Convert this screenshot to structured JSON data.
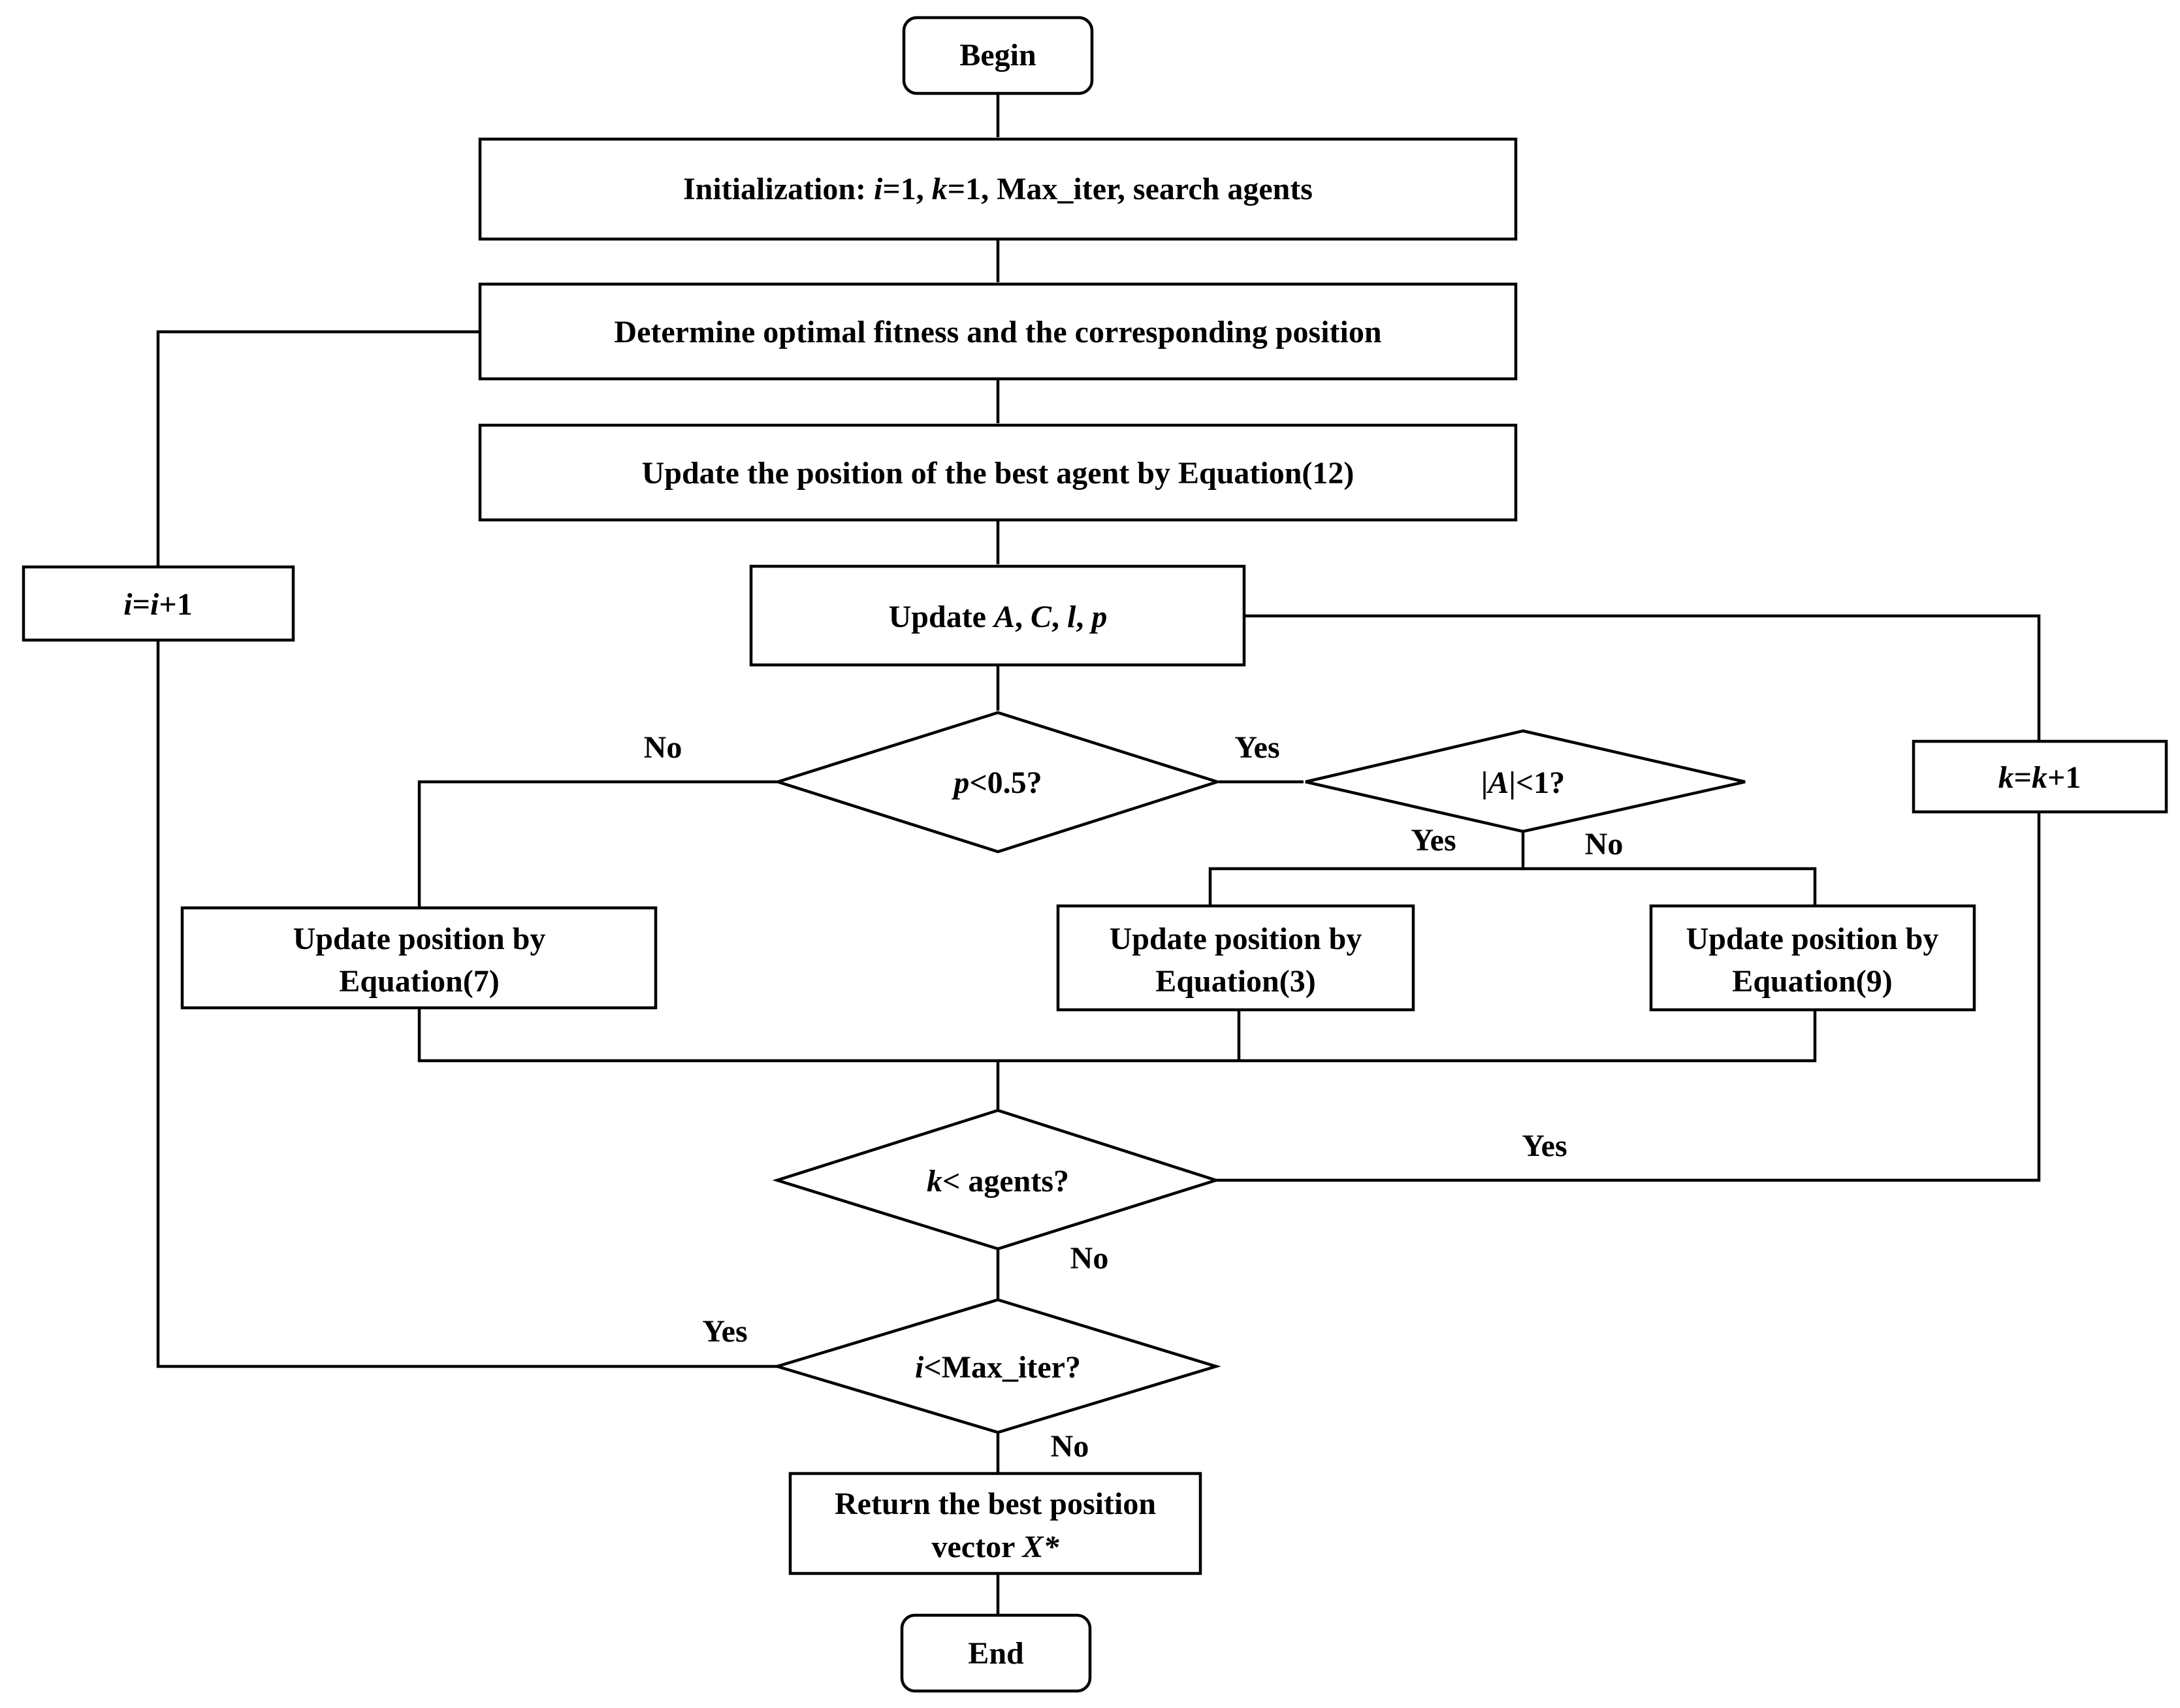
{
  "nodes": {
    "begin": "Begin",
    "init": {
      "p1": "Initialization: ",
      "i": "i",
      "p2": "=1, ",
      "k": "k",
      "p3": "=1, Max_iter, search agents"
    },
    "determine": "Determine optimal fitness and the corresponding position",
    "update_best": "Update the position of the best agent by Equation(12)",
    "update_params": {
      "p1": "Update ",
      "A": "A",
      "p2": ", ",
      "C": "C",
      "p3": ",  ",
      "l": "l",
      "p4": ", ",
      "p": "p"
    },
    "cond_p": {
      "p": "p",
      "rest": "<0.5?"
    },
    "cond_A": {
      "bar1": "|",
      "A": "A",
      "rest": "|<1?"
    },
    "eq7": {
      "line1": "Update position by",
      "line2": "Equation(7)"
    },
    "eq3": {
      "line1": "Update position by",
      "line2": "Equation(3)"
    },
    "eq9": {
      "line1": "Update position by",
      "line2": "Equation(9)"
    },
    "cond_k": {
      "k": "k",
      "rest": "< agents?"
    },
    "cond_i": {
      "i": "i",
      "rest": "<Max_iter?"
    },
    "result": {
      "line1": "Return the best position",
      "line2_pre": "vector ",
      "X": "X*"
    },
    "end": "End",
    "inc_i": {
      "i1": "i",
      "eq": "=",
      "i2": "i",
      "plus": "+1"
    },
    "inc_k": {
      "k1": "k",
      "eq": "=",
      "k2": "k",
      "plus": "+1"
    }
  },
  "edge_labels": {
    "p_no": "No",
    "p_yes": "Yes",
    "A_yes": "Yes",
    "A_no": "No",
    "k_yes": "Yes",
    "k_no": "No",
    "i_yes": "Yes",
    "i_no": "No"
  },
  "colors": {
    "stroke": "#000000",
    "fill": "#ffffff",
    "text": "#000000"
  }
}
